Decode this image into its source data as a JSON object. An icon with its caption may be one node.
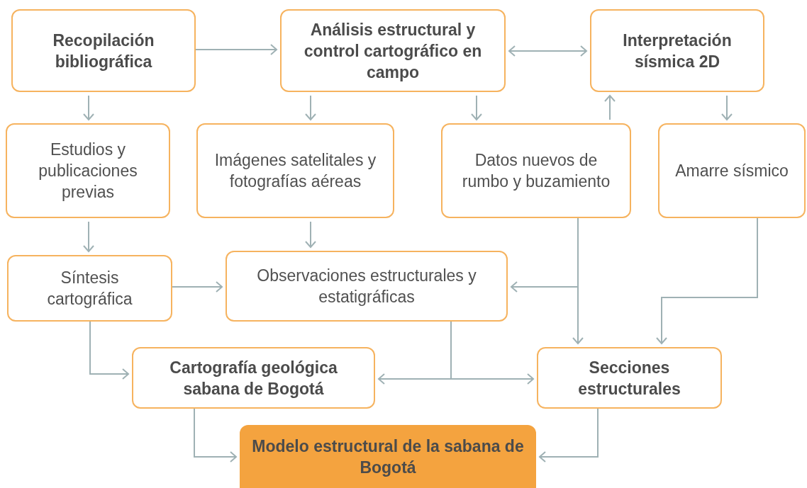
{
  "diagram": {
    "nodes": [
      {
        "text": [
          "Recopilación bibliográfica"
        ]
      },
      {
        "text": [
          "Análisis estructural y control cartográfico en campo"
        ]
      },
      {
        "text": [
          "Interpretación sísmica 2D"
        ]
      },
      {
        "text": [
          "Estudios y publicaciones previas"
        ]
      },
      {
        "text": [
          "Imágenes satelitales y fotografías aéreas"
        ]
      },
      {
        "text": [
          "Datos nuevos de rumbo y buzamiento"
        ]
      },
      {
        "text": [
          "Amarre sísmico"
        ]
      },
      {
        "text": [
          "Síntesis cartográfica"
        ]
      },
      {
        "text": [
          "Observaciones estructurales y estatigráficas"
        ]
      },
      {
        "text": [
          "Cartografía geológica sabana de Bogotá"
        ]
      },
      {
        "text": [
          "Secciones estructurales"
        ]
      },
      {
        "text": [
          "Modelo estructural de la sabana de Bogotá"
        ]
      }
    ],
    "edges": [
      {
        "from": 0,
        "to": 1,
        "arrow": "to"
      },
      {
        "from": 1,
        "to": 2,
        "arrow": "both"
      },
      {
        "from": 0,
        "to": 3,
        "arrow": "to"
      },
      {
        "from": 1,
        "to": 4,
        "arrow": "to"
      },
      {
        "from": 1,
        "to": 5,
        "arrow": "to"
      },
      {
        "from": 5,
        "to": 2,
        "arrow": "to"
      },
      {
        "from": 2,
        "to": 6,
        "arrow": "to"
      },
      {
        "from": 3,
        "to": 7,
        "arrow": "to"
      },
      {
        "from": 4,
        "to": 8,
        "arrow": "to"
      },
      {
        "from": 7,
        "to": 8,
        "arrow": "to"
      },
      {
        "from": 5,
        "to": 8,
        "arrow": "to"
      },
      {
        "from": 5,
        "to": 10,
        "arrow": "to"
      },
      {
        "from": 6,
        "to": 10,
        "arrow": "to"
      },
      {
        "from": 7,
        "to": 9,
        "arrow": "to"
      },
      {
        "from": 8,
        "to": 9,
        "arrow": "to"
      },
      {
        "from": 8,
        "to": 10,
        "arrow": "to"
      },
      {
        "from": 9,
        "to": 11,
        "arrow": "to"
      },
      {
        "from": 10,
        "to": 11,
        "arrow": "to"
      }
    ]
  }
}
